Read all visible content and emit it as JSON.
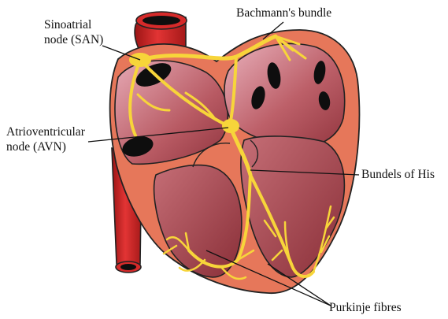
{
  "labels": {
    "san": {
      "line1": "Sinoatrial",
      "line2": "node (SAN)"
    },
    "bachmann": "Bachmann's bundle",
    "avn": {
      "line1": "Atrioventricular",
      "line2": "node (AVN)"
    },
    "his": "Bundels of His",
    "purkinje": "Purkinje fibres"
  },
  "colors": {
    "vessel": "#d62a2a",
    "vessel_dark": "#8a1010",
    "heart_outer": "#e6775a",
    "chamber": "#a8484f",
    "chamber_light": "#d99aa6",
    "conduction": "#f7d53a",
    "conduction_edge": "#d8a820",
    "opening": "#0e0e0e"
  }
}
